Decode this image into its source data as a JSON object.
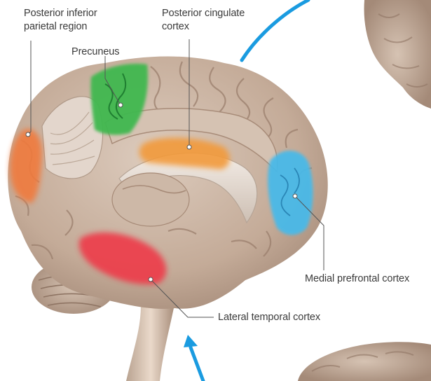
{
  "labels": {
    "posterior_inferior_parietal": [
      "Posterior inferior",
      "parietal region"
    ],
    "posterior_cingulate": [
      "Posterior cingulate",
      "cortex"
    ],
    "precuneus": "Precuneus",
    "medial_prefrontal": "Medial prefrontal cortex",
    "lateral_temporal": "Lateral temporal cortex"
  },
  "colors": {
    "posterior_inferior_parietal": "#f07a3c",
    "posterior_cingulate": "#f29a3a",
    "precuneus": "#3fb84f",
    "medial_prefrontal": "#49b9e8",
    "lateral_temporal": "#ee3b48",
    "arrows": "#1a9be0",
    "brain_tissue": "#c9b3a2",
    "leader_lines": "#555555"
  }
}
